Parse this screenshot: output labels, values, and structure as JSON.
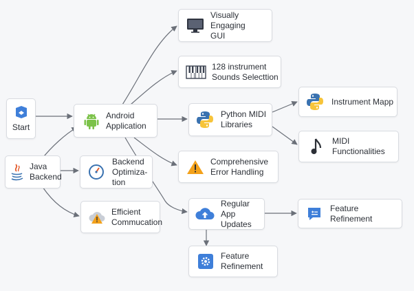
{
  "nodes": {
    "start": {
      "label": "Start"
    },
    "java_backend": {
      "label": "Java\nBackend"
    },
    "android": {
      "label": "Android\nApplication"
    },
    "backend_opt": {
      "label": "Backend\nOptimiza-\ntion"
    },
    "efficient": {
      "label": "Efficient\nCommucation"
    },
    "gui": {
      "label": "Visually Engaging\nGUI"
    },
    "instruments": {
      "label": "128 instrument\nSounds Selecttion"
    },
    "python_midi": {
      "label": "Python MIDI\nLibraries"
    },
    "error": {
      "label": "Comprehensive\nError Handling"
    },
    "updates": {
      "label": "Regular\nApp Updates"
    },
    "refine_bottom": {
      "label": "Feature\nRefinement"
    },
    "instrument_map": {
      "label": "Instrument Mapp"
    },
    "midi_func": {
      "label": "MIDI\nFunctionalities"
    },
    "refine_right": {
      "label": "Feature Refinement"
    }
  },
  "colors": {
    "edge": "#6b7079",
    "android_green": "#7cc24a",
    "blue": "#3f7fd9",
    "warning": "#f3a11a",
    "python_blue": "#3a72b0",
    "python_yellow": "#f7c43a"
  }
}
